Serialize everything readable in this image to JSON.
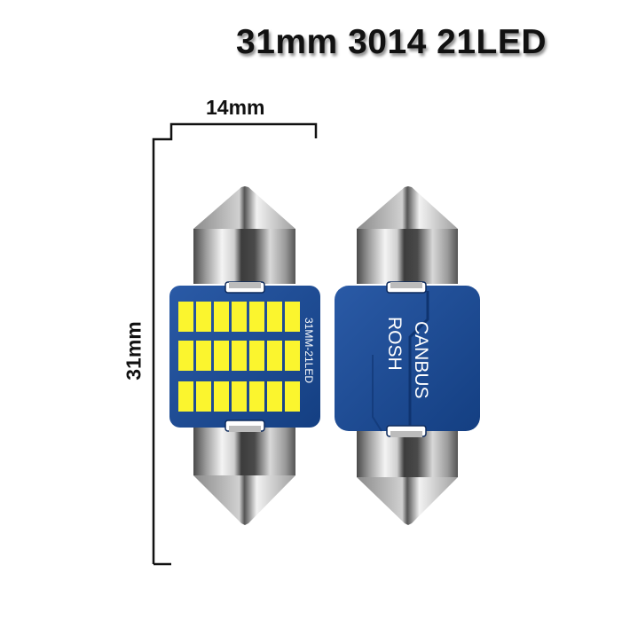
{
  "title": "31mm 3014 21LED",
  "dimensions": {
    "width_label": "14mm",
    "height_label": "31mm"
  },
  "front_bulb": {
    "pcb_label": "31MM-21LED",
    "led_rows": 3,
    "led_cols": 7,
    "led_count": 21
  },
  "back_bulb": {
    "pcb_label_line1": "CANBUS",
    "pcb_label_line2": "ROSH"
  },
  "colors": {
    "pcb_blue": "#1d4e9a",
    "pcb_dark": "#123a78",
    "led_yellow": "#fbf52e",
    "metal_light": "#e8e8e8",
    "metal_dark": "#3a3a3a"
  }
}
